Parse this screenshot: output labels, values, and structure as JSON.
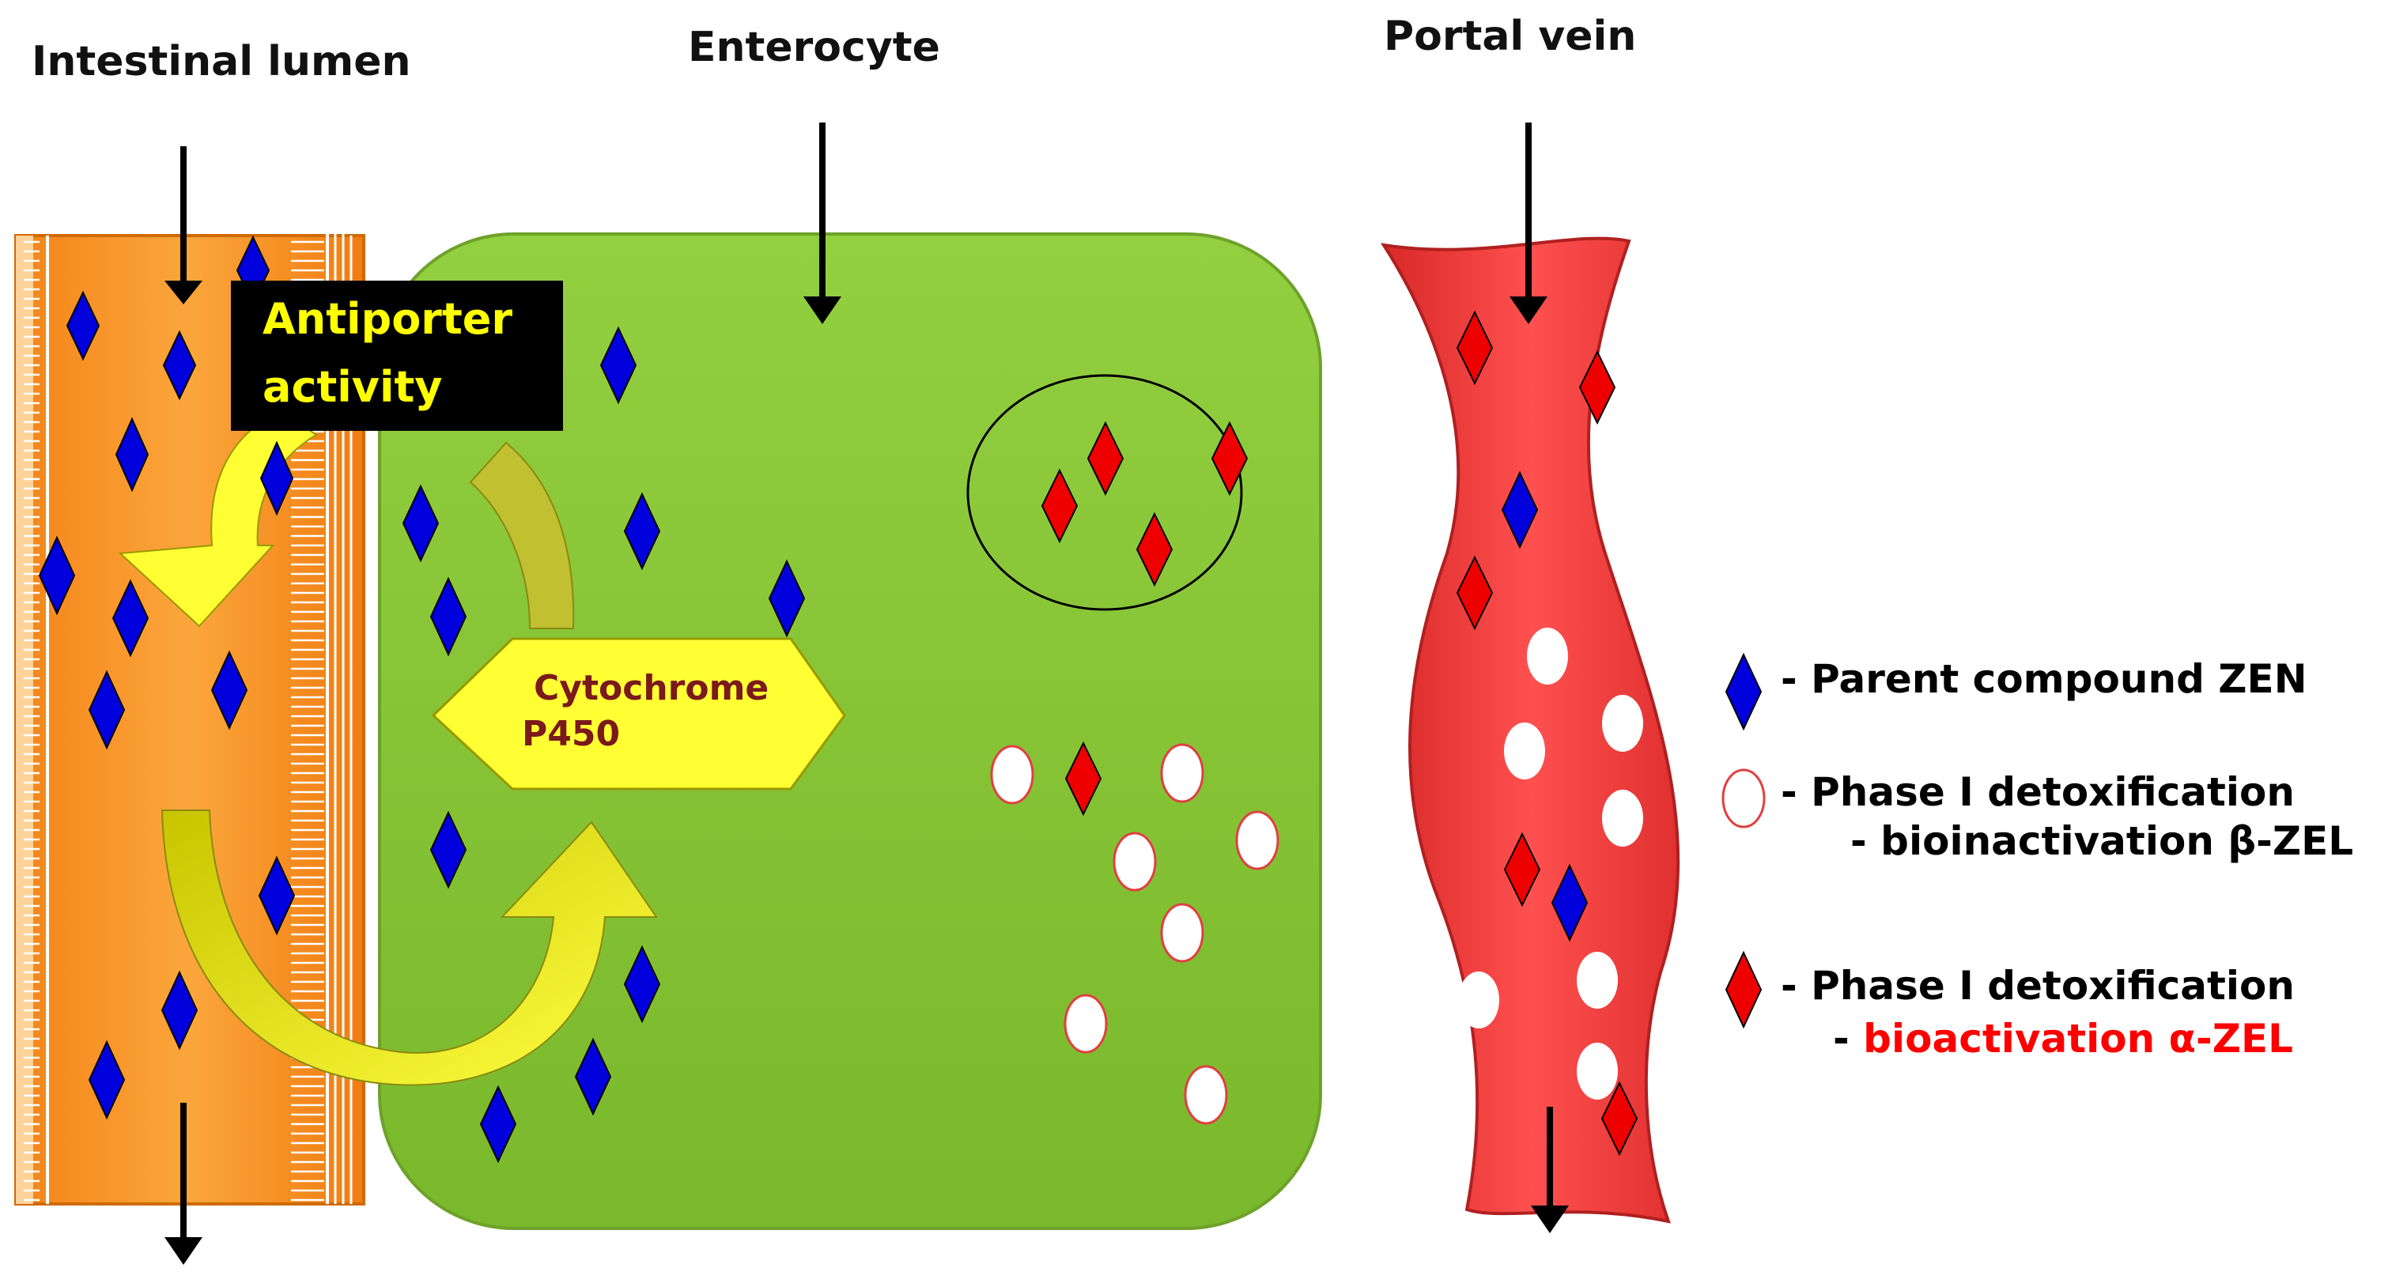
{
  "headers": {
    "lumen": "Intestinal lumen",
    "enterocyte": "Enterocyte",
    "portal": "Portal vein"
  },
  "antiporter": {
    "line1": "Antiporter",
    "line2": "activity"
  },
  "cyp": {
    "line1": "Cytochrome",
    "line2": "P450"
  },
  "legend": {
    "parent": "- Parent compound ZEN",
    "phase1_beta_line1": "- Phase I detoxification",
    "phase1_beta_line2": "- bioinactivation β-ZEL",
    "phase1_alpha_line1": "- Phase I detoxification",
    "phase1_alpha_line2_prefix": "- ",
    "phase1_alpha_line2_red": "bioactivation α-ZEL"
  },
  "colors": {
    "lumen_orange": "#f7901e",
    "enterocyte_green": "#8ccc34",
    "portal_red": "#f04040",
    "parent_blue": "#0000dd",
    "alpha_red": "#ee0000",
    "arrow_yellow": "#ffff33",
    "arrow_olive": "#c8c800"
  }
}
